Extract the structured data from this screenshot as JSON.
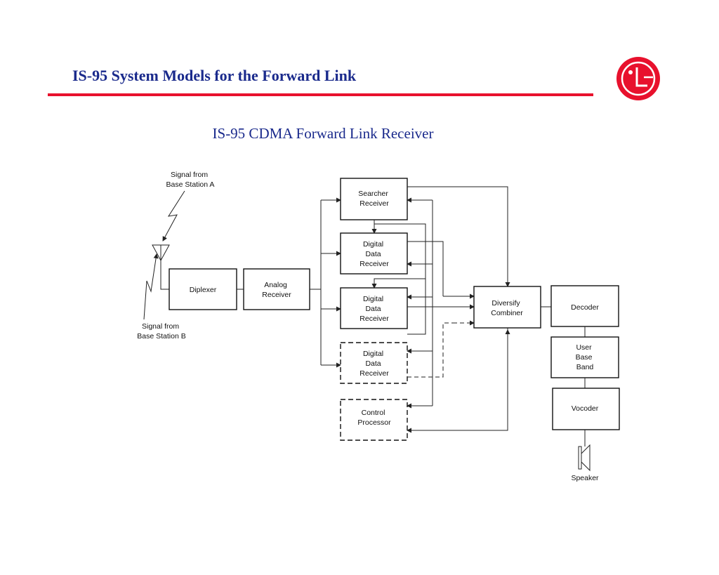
{
  "slide": {
    "title": "IS-95 System Models for the Forward Link",
    "subtitle": "IS-95 CDMA Forward Link Receiver",
    "accent_color": "#e8112d",
    "title_color": "#1a2a8c"
  },
  "logo": {
    "text": "LG",
    "color": "#e8112d"
  },
  "diagram": {
    "signal_a": [
      "Signal from",
      "Base Station A"
    ],
    "signal_b": [
      "Signal from",
      "Base Station B"
    ],
    "diplexer": [
      "Diplexer"
    ],
    "analog_receiver": [
      "Analog",
      "Receiver"
    ],
    "searcher_receiver": [
      "Searcher",
      "Receiver"
    ],
    "digital_data_receiver_1": [
      "Digital",
      "Data",
      "Receiver"
    ],
    "digital_data_receiver_2": [
      "Digital",
      "Data",
      "Receiver"
    ],
    "digital_data_receiver_3": [
      "Digital",
      "Data",
      "Receiver"
    ],
    "control_processor": [
      "Control",
      "Processor"
    ],
    "diversity_combiner": [
      "Diversify",
      "Combiner"
    ],
    "decoder": [
      "Decoder"
    ],
    "user_base_band": [
      "User",
      "Base",
      "Band"
    ],
    "vocoder": [
      "Vocoder"
    ],
    "speaker": [
      "Speaker"
    ]
  }
}
